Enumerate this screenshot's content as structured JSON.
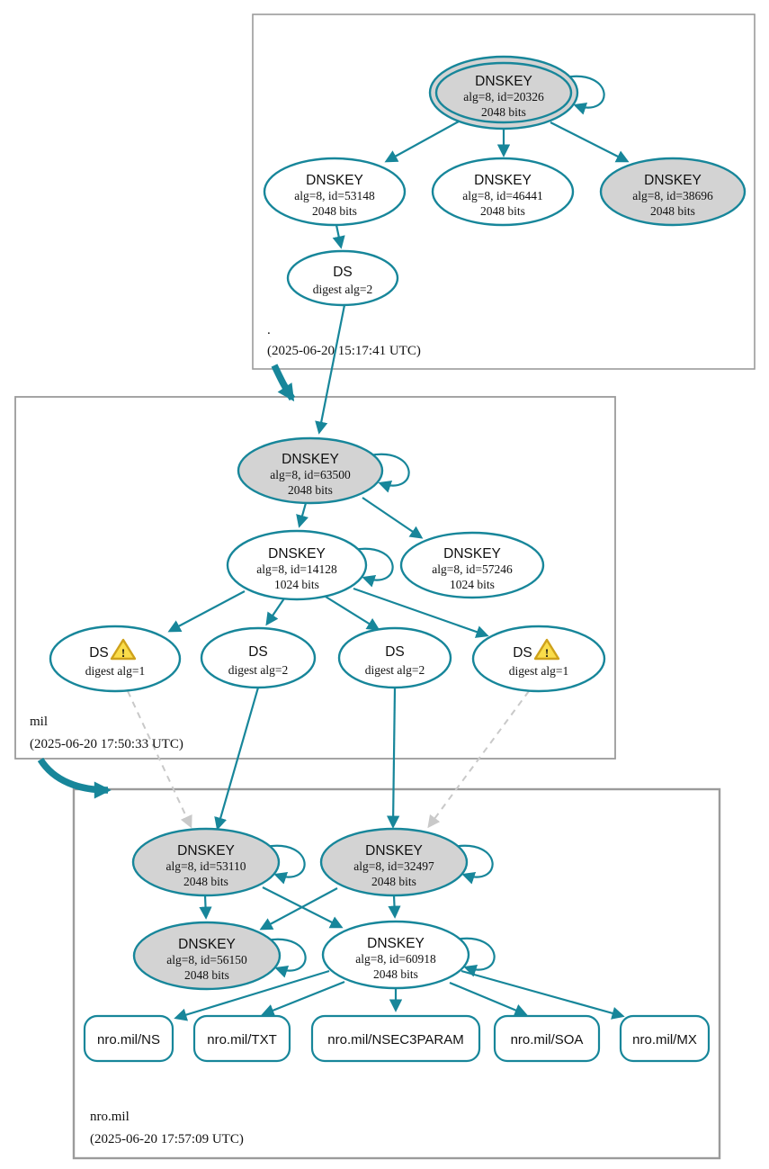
{
  "colors": {
    "accent_teal": "#17869a",
    "key_gray_fill": "#d3d3d3",
    "white_fill": "#ffffff",
    "zone_box_border": "#9b9b9b",
    "insecure_dashed": "#c9c9c9",
    "warning_fill": "#fadd4b",
    "warning_stroke": "#cfa21b"
  },
  "zones": {
    "root": {
      "label": ".",
      "timestamp": "(2025-06-20 15:17:41 UTC)"
    },
    "mil": {
      "label": "mil",
      "timestamp": "(2025-06-20 17:50:33 UTC)"
    },
    "nromil": {
      "label": "nro.mil",
      "timestamp": "(2025-06-20 17:57:09 UTC)"
    }
  },
  "nodes": {
    "root_ksk_20326": {
      "title": "DNSKEY",
      "meta": "alg=8, id=20326",
      "size": "2048 bits"
    },
    "root_zsk_53148": {
      "title": "DNSKEY",
      "meta": "alg=8, id=53148",
      "size": "2048 bits"
    },
    "root_zsk_46441": {
      "title": "DNSKEY",
      "meta": "alg=8, id=46441",
      "size": "2048 bits"
    },
    "root_key_38696": {
      "title": "DNSKEY",
      "meta": "alg=8, id=38696",
      "size": "2048 bits"
    },
    "root_ds": {
      "title": "DS",
      "meta": "digest alg=2"
    },
    "mil_ksk_63500": {
      "title": "DNSKEY",
      "meta": "alg=8, id=63500",
      "size": "2048 bits"
    },
    "mil_zsk_14128": {
      "title": "DNSKEY",
      "meta": "alg=8, id=14128",
      "size": "1024 bits"
    },
    "mil_key_57246": {
      "title": "DNSKEY",
      "meta": "alg=8, id=57246",
      "size": "1024 bits"
    },
    "mil_ds1": {
      "title": "DS",
      "meta": "digest alg=1",
      "warning": "!"
    },
    "mil_ds2": {
      "title": "DS",
      "meta": "digest alg=2"
    },
    "mil_ds3": {
      "title": "DS",
      "meta": "digest alg=2"
    },
    "mil_ds4": {
      "title": "DS",
      "meta": "digest alg=1",
      "warning": "!"
    },
    "nro_ksk_53110": {
      "title": "DNSKEY",
      "meta": "alg=8, id=53110",
      "size": "2048 bits"
    },
    "nro_ksk_32497": {
      "title": "DNSKEY",
      "meta": "alg=8, id=32497",
      "size": "2048 bits"
    },
    "nro_key_56150": {
      "title": "DNSKEY",
      "meta": "alg=8, id=56150",
      "size": "2048 bits"
    },
    "nro_zsk_60918": {
      "title": "DNSKEY",
      "meta": "alg=8, id=60918",
      "size": "2048 bits"
    }
  },
  "rrsets": [
    "nro.mil/NS",
    "nro.mil/TXT",
    "nro.mil/NSEC3PARAM",
    "nro.mil/SOA",
    "nro.mil/MX"
  ]
}
